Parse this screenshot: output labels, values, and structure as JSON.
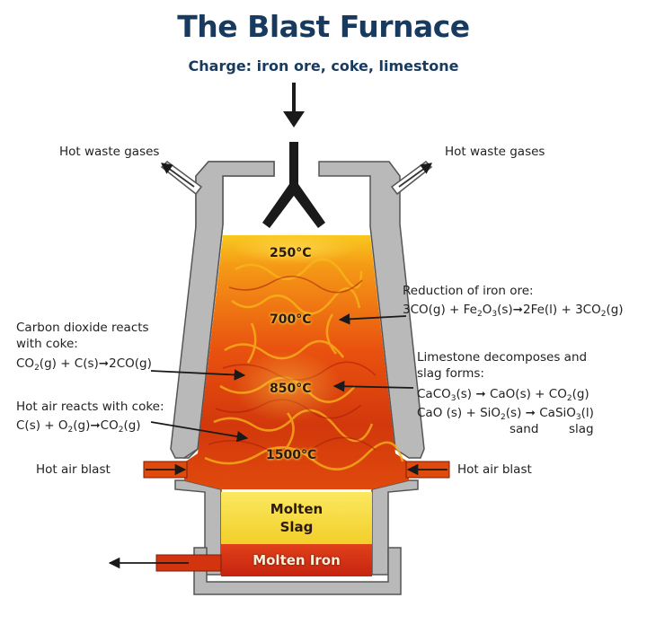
{
  "title": "The Blast Furnace",
  "charge": "Charge: iron ore, coke, limestone",
  "waste_left": "Hot waste gases",
  "waste_right": "Hot waste gases",
  "temps": [
    "250°C",
    "700°C",
    "850°C",
    "1500°C"
  ],
  "hot_air_left": "Hot air blast",
  "hot_air_right": "Hot air blast",
  "slag_zone": [
    "Molten",
    "Slag"
  ],
  "iron_zone": "Molten Iron",
  "reduction": {
    "heading": "Reduction of iron ore:",
    "equation": [
      "3CO(g) + Fe",
      "2",
      "O",
      "3",
      "(s)",
      "2Fe(l) + 3CO",
      "2",
      "(g)"
    ]
  },
  "co2_coke": {
    "heading": [
      "Carbon dioxide reacts",
      "with coke:"
    ],
    "equation": [
      "CO",
      "2",
      "(g)  +  C(s)",
      "2CO(g)"
    ]
  },
  "limestone": {
    "heading": [
      "Limestone decomposes and",
      "slag forms:"
    ],
    "eq1": [
      "CaCO",
      "3",
      "(s)",
      "CaO(s)  +  CO",
      "2",
      "(g)"
    ],
    "eq2": [
      "CaO (s)  +  SiO",
      "2",
      "(s)",
      "CaSiO",
      "3",
      "(l)"
    ],
    "under": [
      "sand",
      "slag"
    ]
  },
  "hot_air_coke": {
    "heading": "Hot air reacts with coke:",
    "equation": [
      "C(s)  +  O",
      "2",
      "(g)",
      "CO",
      "2",
      "(g)"
    ]
  },
  "colors": {
    "title": "#173a5e",
    "wall": "#b9b9b9",
    "wall_edge": "#555555",
    "fire_hot": "#f7c21a",
    "fire_mid": "#ef6a12",
    "fire_dark": "#b5200d",
    "slag": "#f6e04a"
  }
}
